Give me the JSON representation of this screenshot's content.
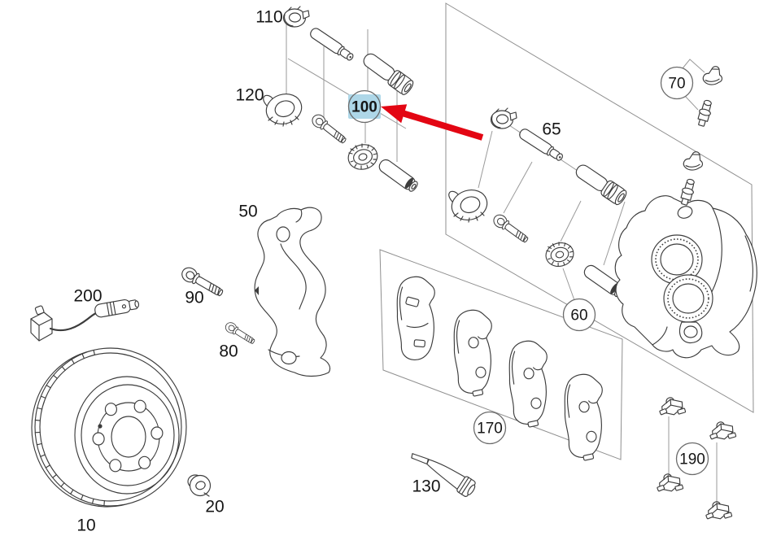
{
  "diagram": {
    "type": "exploded-parts-diagram",
    "subject": "front disc brake assembly"
  },
  "callouts": {
    "n10": {
      "number": "10",
      "part": "brake-disc",
      "circled": false
    },
    "n20": {
      "number": "20",
      "part": "disc-retaining-screw",
      "circled": false
    },
    "n50": {
      "number": "50",
      "part": "caliper-bracket",
      "circled": false
    },
    "n60": {
      "number": "60",
      "part": "brake-caliper",
      "circled": true
    },
    "n65": {
      "number": "65",
      "part": "guide-pin",
      "circled": false
    },
    "n70": {
      "number": "70",
      "part": "bleeder-valve",
      "circled": true
    },
    "n80": {
      "number": "80",
      "part": "bolt-small",
      "circled": false
    },
    "n90": {
      "number": "90",
      "part": "bracket-bolt",
      "circled": false
    },
    "n100": {
      "number": "100",
      "part": "guide-bushing",
      "circled": true
    },
    "n110": {
      "number": "110",
      "part": "cap-nut",
      "circled": false
    },
    "n120": {
      "number": "120",
      "part": "dust-boot",
      "circled": false
    },
    "n130": {
      "number": "130",
      "part": "grease-tube",
      "circled": false
    },
    "n170": {
      "number": "170",
      "part": "brake-pad-set",
      "circled": true
    },
    "n190": {
      "number": "190",
      "part": "retainer-clips",
      "circled": true
    },
    "n200": {
      "number": "200",
      "part": "wear-sensor",
      "circled": false
    }
  },
  "selection": {
    "selected_callout": "100",
    "highlight_fill": "#aed7e8",
    "highlight_text_color": "#16354d",
    "arrow_color": "#e30613"
  }
}
